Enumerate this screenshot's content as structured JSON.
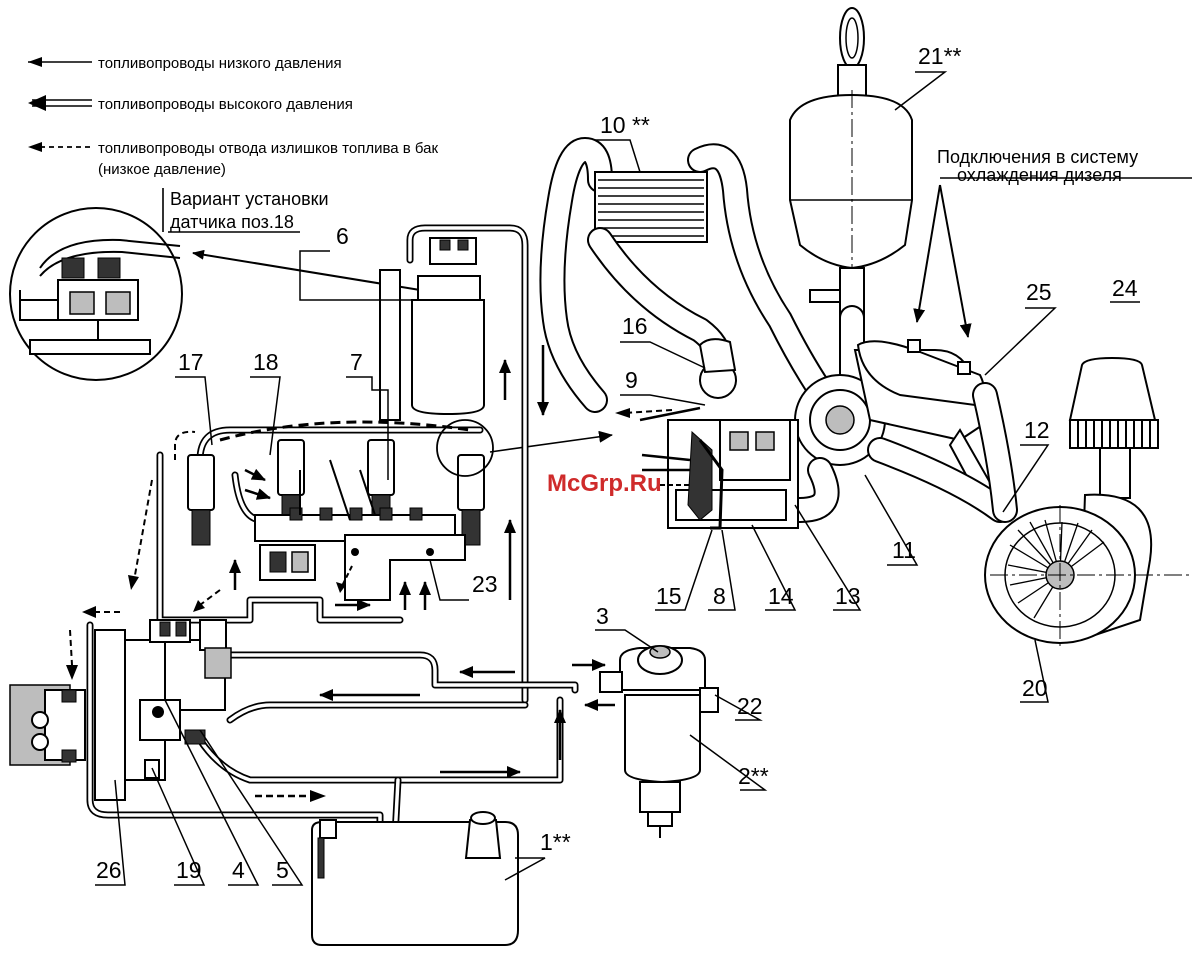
{
  "legend": {
    "low_pressure": "топливопроводы низкого давления",
    "high_pressure": "топливопроводы высокого давления",
    "return_line": "топливопроводы отвода излишков топлива в бак",
    "return_line_note": "(низкое давление)"
  },
  "inset": {
    "title_line1": "Вариант установки",
    "title_line2": "датчика поз.18"
  },
  "annotation": {
    "cooling_line1": "Подключения в систему",
    "cooling_line2": "охлаждения дизеля"
  },
  "watermark": "McGrp.Ru",
  "labels": {
    "l1": "1**",
    "l2": "2**",
    "l3": "3",
    "l4": "4",
    "l5": "5",
    "l6": "6",
    "l7": "7",
    "l8": "8",
    "l9": "9",
    "l10": "10 **",
    "l11": "11",
    "l12": "12",
    "l13": "13",
    "l14": "14",
    "l15": "15",
    "l16": "16",
    "l17": "17",
    "l18": "18",
    "l19": "19",
    "l20": "20",
    "l21": "21**",
    "l22": "22",
    "l23": "23",
    "l24": "24",
    "l25": "25",
    "l26": "26"
  },
  "colors": {
    "line": "#000000",
    "watermark": "#cf2b2b"
  }
}
